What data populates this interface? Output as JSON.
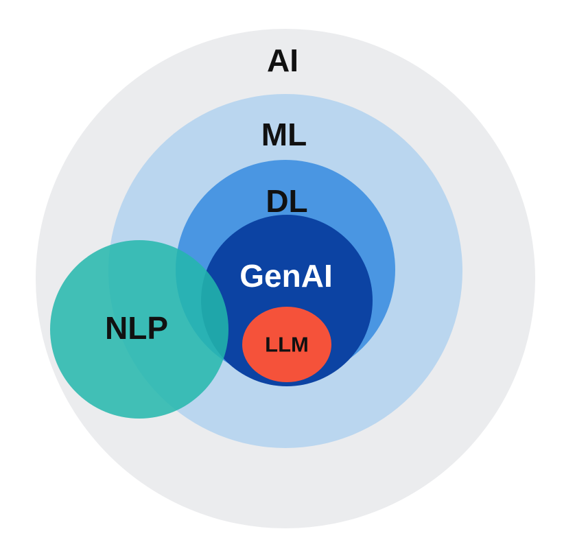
{
  "diagram": {
    "circles": {
      "ai": {
        "label": "AI",
        "fill": "#ebecee",
        "text_color": "#111111"
      },
      "ml": {
        "label": "ML",
        "fill": "#bad6ef",
        "text_color": "#111111"
      },
      "dl": {
        "label": "DL",
        "fill": "#4a96e2",
        "text_color": "#111111"
      },
      "genai": {
        "label": "GenAI",
        "fill": "#0c43a3",
        "text_color": "#ffffff"
      },
      "llm": {
        "label": "LLM",
        "fill": "#f5523a",
        "text_color": "#111111"
      },
      "nlp": {
        "label": "NLP",
        "fill": "#23b7ab",
        "text_color": "#111111"
      }
    }
  }
}
